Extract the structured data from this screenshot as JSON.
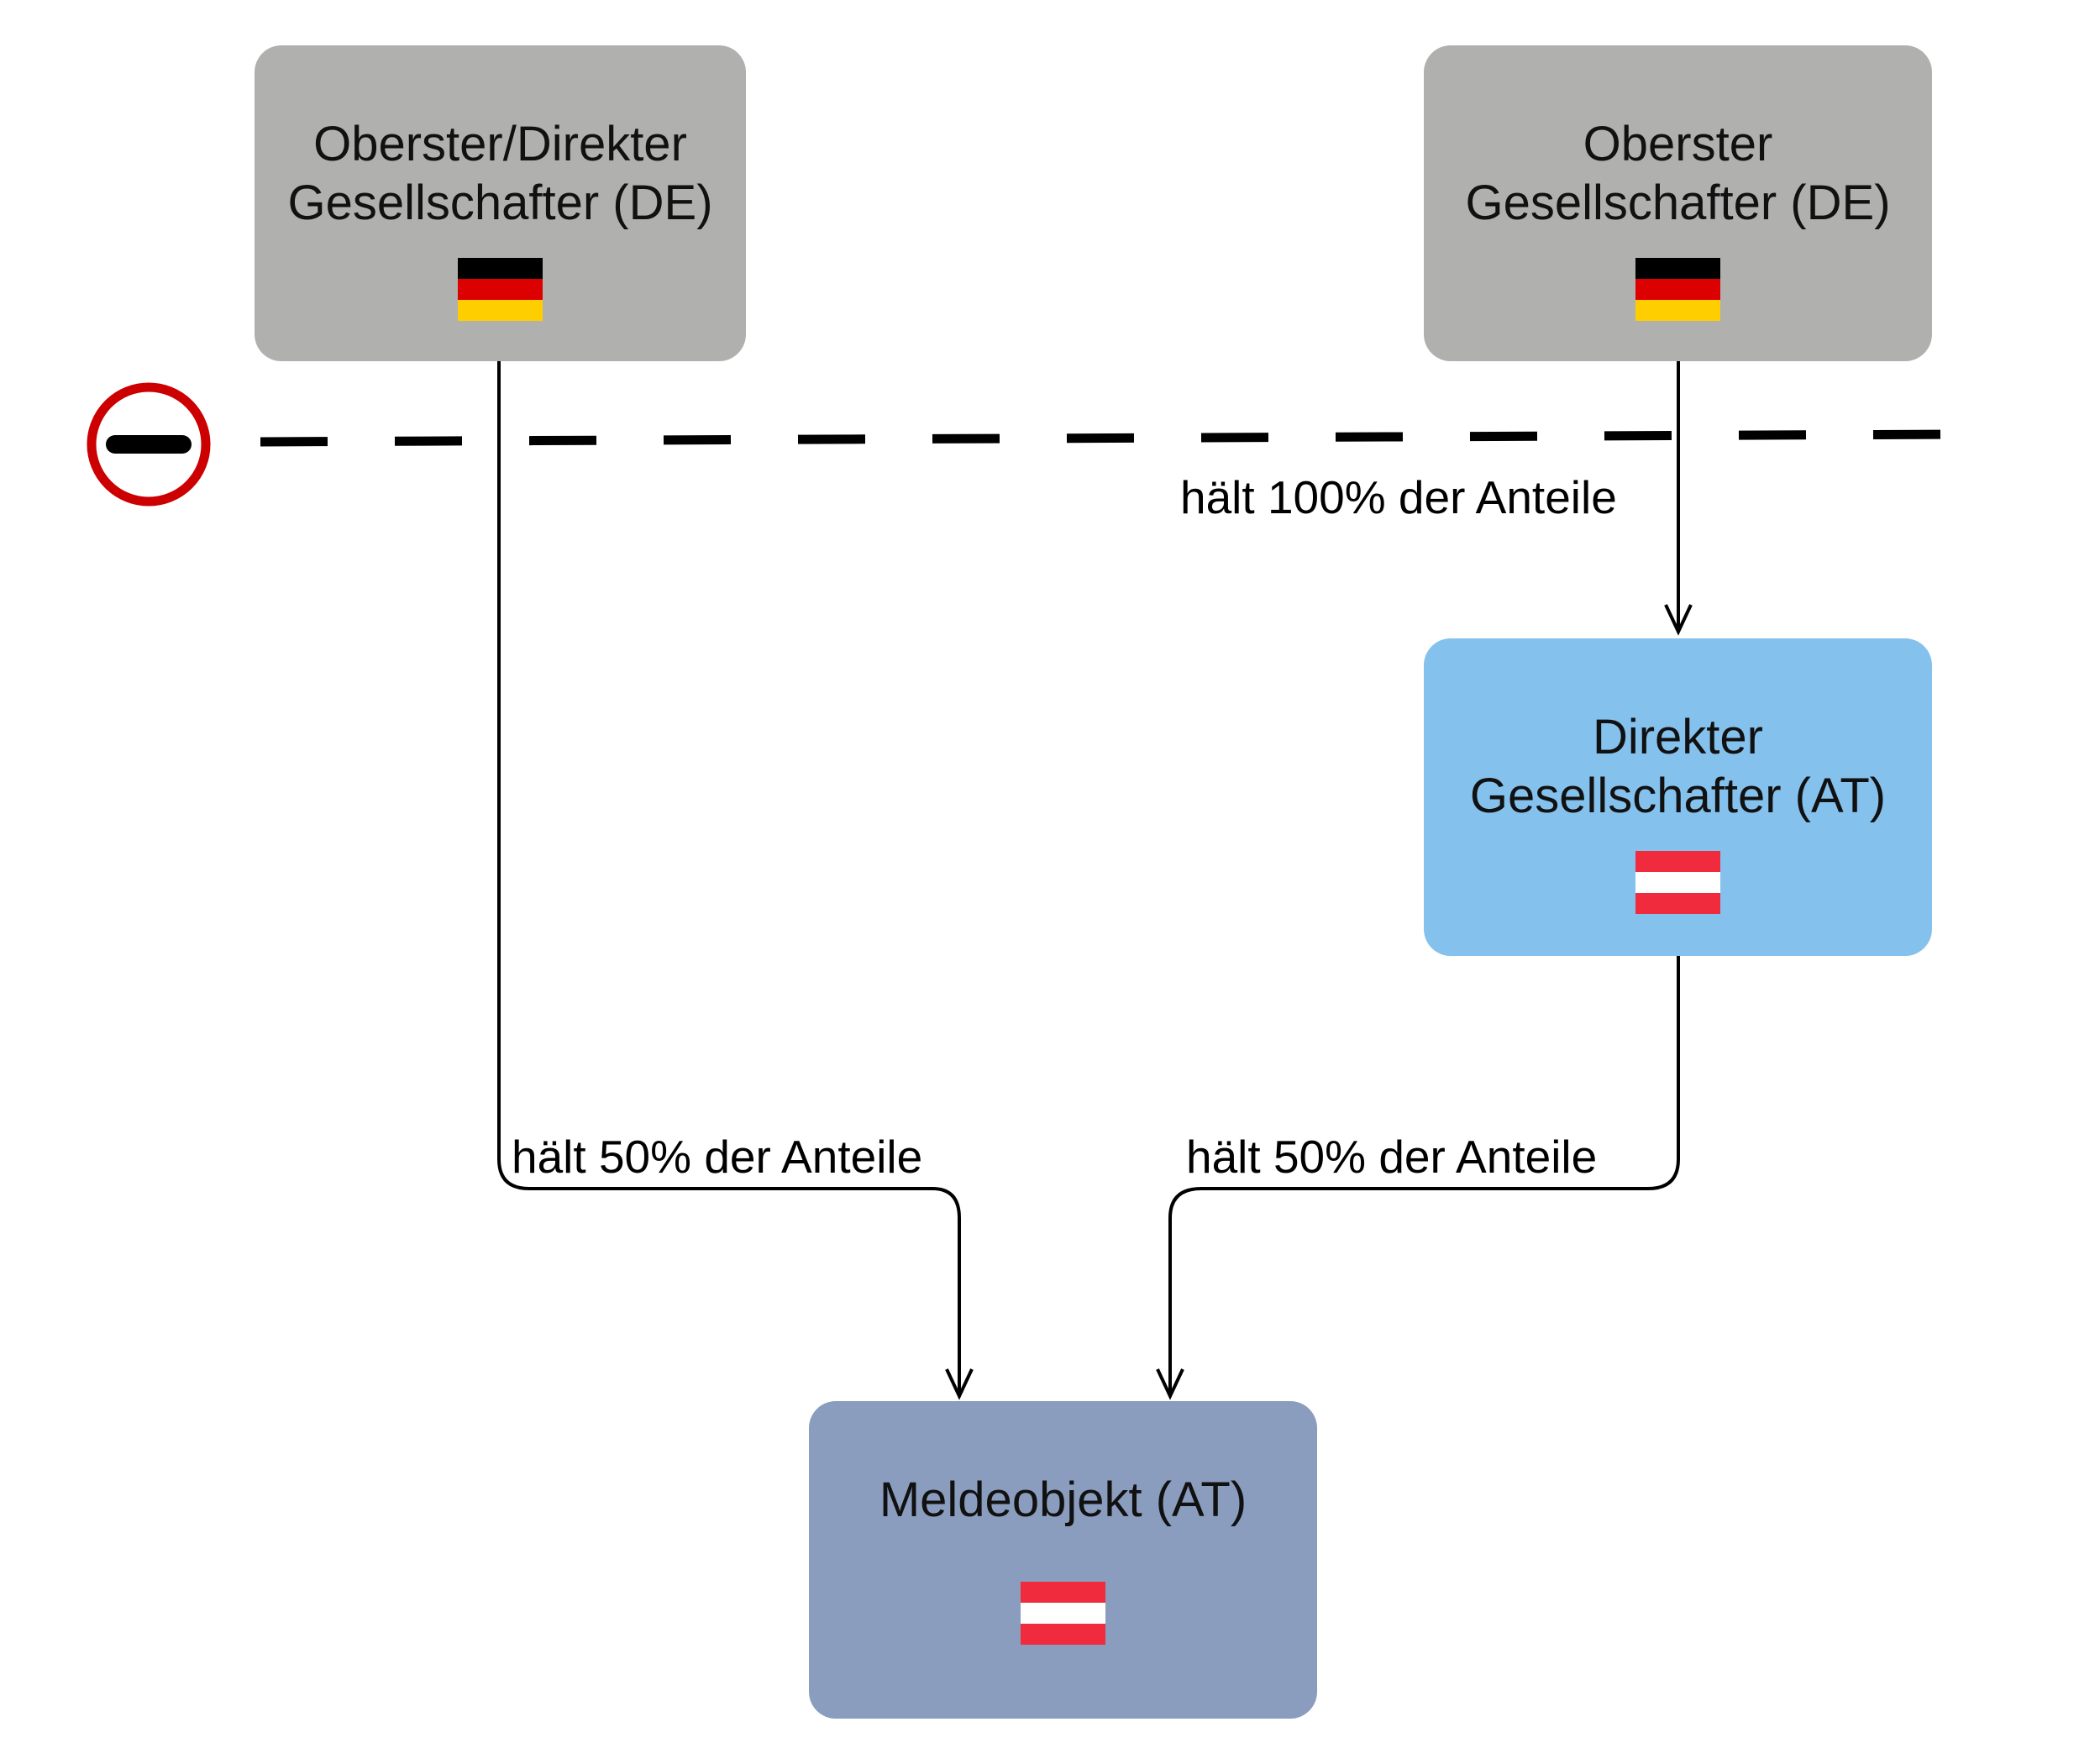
{
  "colors": {
    "gray_node": "#b0b0af",
    "blue_node": "#85c1ed",
    "slate_node": "#8a9dbe",
    "de_black": "#000000",
    "de_red": "#dd0000",
    "de_gold": "#ffce00",
    "at_red": "#ef2b3d",
    "at_white": "#ffffff",
    "no_entry_red": "#cc0000"
  },
  "icons": {
    "border_sign": "no-entry-sign-icon",
    "flag_de": "germany-flag-icon",
    "flag_at": "austria-flag-icon"
  },
  "nodes": {
    "ultimate_direct_de": {
      "label": "Oberster/Direkter\nGesellschafter (DE)",
      "flag": "DE"
    },
    "ultimate_de": {
      "label": "Oberster\nGesellschafter (DE)",
      "flag": "DE"
    },
    "direct_at": {
      "label": "Direkter\nGesellschafter (AT)",
      "flag": "AT"
    },
    "reporting_entity": {
      "label": "Meldeobjekt (AT)",
      "flag": "AT"
    }
  },
  "edges": {
    "ultimate_to_direct_at": {
      "label": "hält 100% der Anteile"
    },
    "ultimate_direct_to_reporting": {
      "label": "hält 50% der Anteile"
    },
    "direct_at_to_reporting": {
      "label": "hält 50% der Anteile"
    }
  }
}
